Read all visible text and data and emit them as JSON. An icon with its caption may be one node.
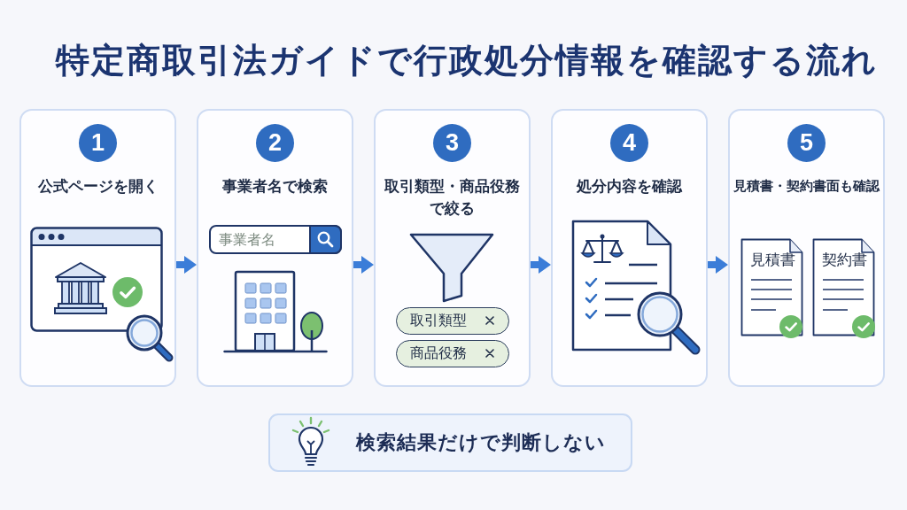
{
  "diagram": {
    "title": "特定商取引法ガイドで行政処分情報を確認する流れ",
    "nodes": [
      {
        "text": [
          "公式ページを開く"
        ]
      },
      {
        "text": [
          "1"
        ],
        "in": 0
      },
      {
        "text": [
          "事業者名で検索"
        ]
      },
      {
        "text": [
          "2"
        ],
        "in": 2
      },
      {
        "text": [
          "事業者名"
        ],
        "in": 2
      },
      {
        "text": [
          "取引類型・商品役務で絞る"
        ]
      },
      {
        "text": [
          "3"
        ],
        "in": 5
      },
      {
        "text": [
          "取引類型"
        ],
        "in": 5
      },
      {
        "text": [
          "商品役務"
        ],
        "in": 5
      },
      {
        "text": [
          "処分内容を確認"
        ]
      },
      {
        "text": [
          "4"
        ],
        "in": 9
      },
      {
        "text": [
          "見積書・契約書面も確認"
        ]
      },
      {
        "text": [
          "5"
        ],
        "in": 11
      },
      {
        "text": [
          "見積書"
        ],
        "in": 11
      },
      {
        "text": [
          "契約書"
        ],
        "in": 11
      },
      {
        "text": [
          "検索結果だけで判断しない"
        ]
      }
    ],
    "edges": [
      {
        "from": 0,
        "to": 2,
        "arrow": "to"
      },
      {
        "from": 2,
        "to": 5,
        "arrow": "to"
      },
      {
        "from": 5,
        "to": 9,
        "arrow": "to"
      },
      {
        "from": 9,
        "to": 11,
        "arrow": "to"
      }
    ]
  }
}
